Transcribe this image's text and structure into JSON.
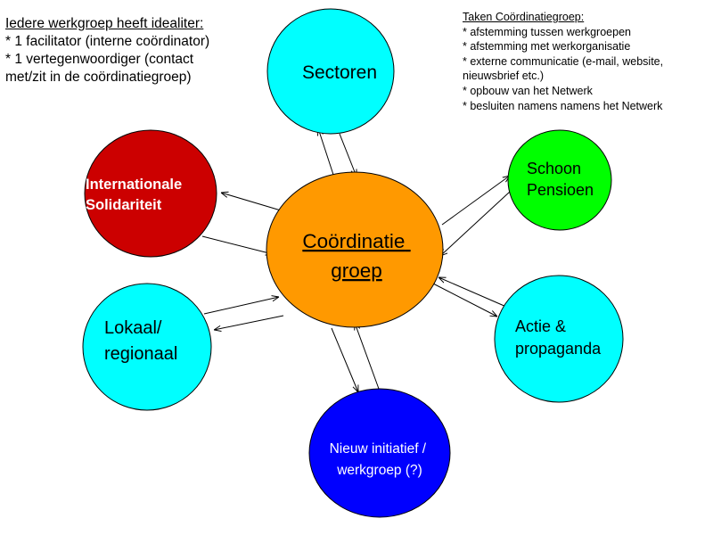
{
  "nodes": {
    "center": {
      "lines": [
        "Coördinatie",
        "groep"
      ],
      "color": "#ff9900"
    },
    "sectoren": {
      "lines": [
        "Sectoren"
      ],
      "color": "#00ffff"
    },
    "internationale": {
      "lines": [
        "Internationale",
        "Solidariteit"
      ],
      "color": "#cc0000"
    },
    "schoon": {
      "lines": [
        "Schoon",
        "Pensioen"
      ],
      "color": "#00ff00"
    },
    "actie": {
      "lines": [
        "Actie &",
        "propaganda"
      ],
      "color": "#00ffff"
    },
    "lokaal": {
      "lines": [
        "Lokaal/",
        "regionaal"
      ],
      "color": "#00ffff"
    },
    "nieuw": {
      "lines": [
        "Nieuw initiatief /",
        "werkgroep (?)"
      ],
      "color": "#0000ff"
    }
  },
  "notes": {
    "werkgroep": {
      "title": "Iedere werkgroep heeft idealiter:",
      "lines": [
        "* 1 facilitator (interne coördinator)",
        "* 1 vertegenwoordiger (contact",
        "met/zit in de coördinatiegroep)"
      ]
    },
    "taken": {
      "title": "Taken Coördinatiegroep:",
      "lines": [
        "* afstemming tussen werkgroepen",
        "* afstemming met werkorganisatie",
        "* externe communicatie (e-mail, website,",
        "nieuwsbrief etc.)",
        "* opbouw van het Netwerk",
        "* besluiten namens namens het Netwerk"
      ]
    }
  }
}
